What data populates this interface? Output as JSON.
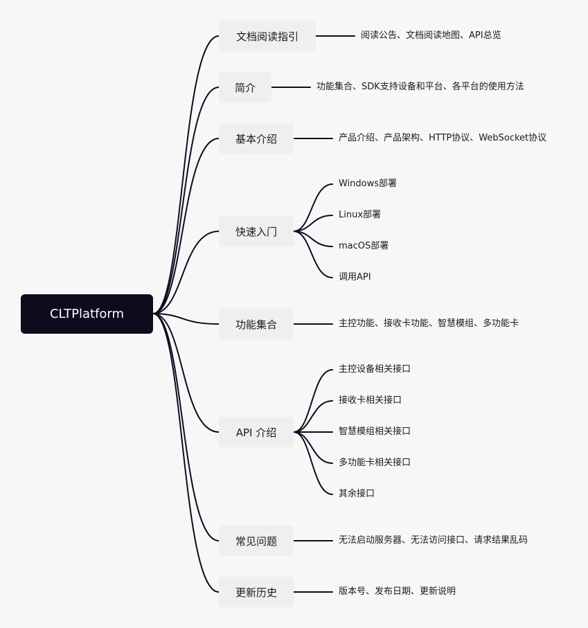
{
  "root": {
    "label": "CLTPlatform"
  },
  "colors": {
    "line": "#0e0b1d",
    "root_bg": "#0e0b1d",
    "branch_bg": "#efefef",
    "background": "#f7f7f8"
  },
  "branches": [
    {
      "label": "文档阅读指引",
      "children": [
        "阅读公告、文档阅读地图、API总览"
      ]
    },
    {
      "label": "简介",
      "children": [
        "功能集合、SDK支持设备和平台、各平台的使用方法"
      ]
    },
    {
      "label": "基本介绍",
      "children": [
        "产品介绍、产品架构、HTTP协议、WebSocket协议"
      ]
    },
    {
      "label": "快速入门",
      "children": [
        "Windows部署",
        "Linux部署",
        "macOS部署",
        "调用API"
      ]
    },
    {
      "label": "功能集合",
      "children": [
        "主控功能、接收卡功能、智慧模组、多功能卡"
      ]
    },
    {
      "label": "API 介绍",
      "children": [
        "主控设备相关接口",
        "接收卡相关接口",
        "智慧模组相关接口",
        "多功能卡相关接口",
        "其余接口"
      ]
    },
    {
      "label": "常见问题",
      "children": [
        "无法启动服务器、无法访问接口、请求结果乱码"
      ]
    },
    {
      "label": "更新历史",
      "children": [
        "版本号、发布日期、更新说明"
      ]
    }
  ]
}
